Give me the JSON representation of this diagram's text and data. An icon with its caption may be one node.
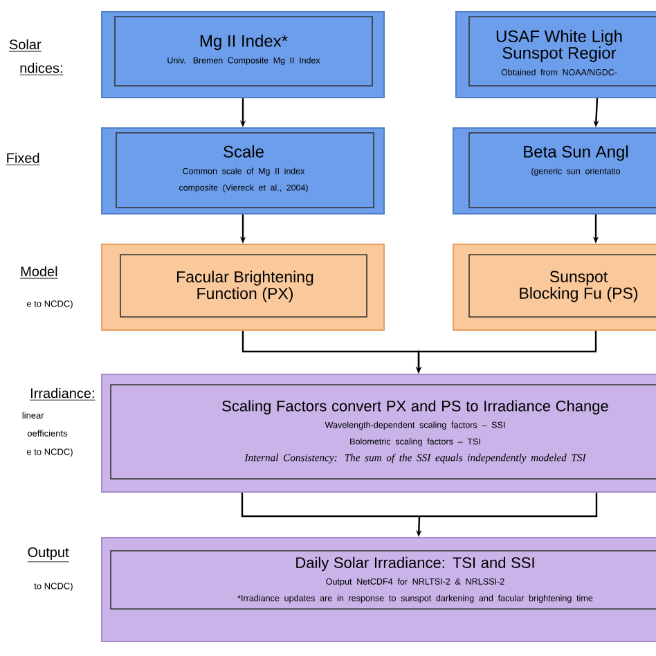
{
  "diagram": {
    "nodes": [
      {
        "text": [
          "Mg II Index*",
          "Univ. Bremen Composite Mg II Index"
        ]
      },
      {
        "text": [
          "USAF White Ligh Sunspot Regior",
          "Obtained from NOAA/NGDC-"
        ]
      },
      {
        "text": [
          "Scale",
          "Common scale of Mg II index composite (Viereck et al., 2004)"
        ]
      },
      {
        "text": [
          "Beta Sun Angl",
          "(generic sun orientatio"
        ]
      },
      {
        "text": [
          "Facular Brightening Function (PX)"
        ]
      },
      {
        "text": [
          "Sunspot Blocking Fu (PS)"
        ]
      },
      {
        "text": [
          "Scaling Factors convert PX and PS to Irradiance Change",
          "Wavelength-dependent scaling factors – SSI",
          "Bolometric scaling factors – TSI",
          "Internal Consistency: The sum of the SSI equals independently modeled TSI"
        ]
      },
      {
        "text": [
          "Daily Solar Irradiance: TSI and SSI",
          "Output NetCDF4 for NRLTSI-2 & NRLSSI-2",
          "*Irradiance updates are in response to sunspot darkening and facular brightening time"
        ]
      }
    ],
    "edges": [
      {
        "from": 0,
        "to": 2,
        "arrow": "to"
      },
      {
        "from": 1,
        "to": 3,
        "arrow": "to"
      },
      {
        "from": 2,
        "to": 4,
        "arrow": "to"
      },
      {
        "from": 3,
        "to": 5,
        "arrow": "to"
      },
      {
        "from": 4,
        "to": 6,
        "arrow": "to"
      },
      {
        "from": 5,
        "to": 6,
        "arrow": "to"
      },
      {
        "from": 6,
        "to": 7,
        "arrow": "to"
      }
    ],
    "labels": [
      "Solar",
      "ndices:",
      "Fixed",
      "Model",
      "e to NCDC)",
      "Irradiance:",
      "linear",
      "oefficients",
      "e to NCDC)",
      "Output",
      "to NCDC)"
    ]
  }
}
